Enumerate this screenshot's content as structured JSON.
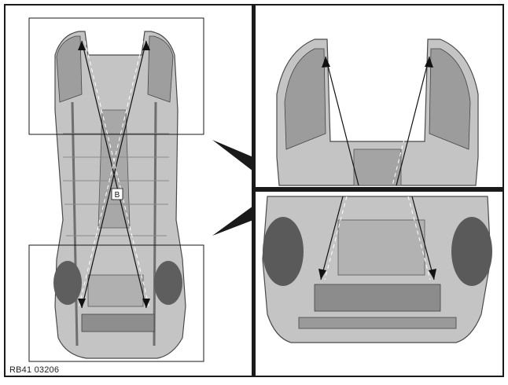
{
  "figure": {
    "reference_code": "RB41 03206",
    "marker_letter": "B"
  },
  "colors": {
    "frame": "#1a1a1a",
    "body_fill": "#c9c9c9",
    "body_dark": "#8c8c8c",
    "body_shadow": "#5a5a5a",
    "line": "#111111",
    "dashed": "#ffffff"
  },
  "views": [
    {
      "name": "overall-underbody-view"
    },
    {
      "name": "front-detail-view"
    },
    {
      "name": "rear-detail-view"
    }
  ]
}
